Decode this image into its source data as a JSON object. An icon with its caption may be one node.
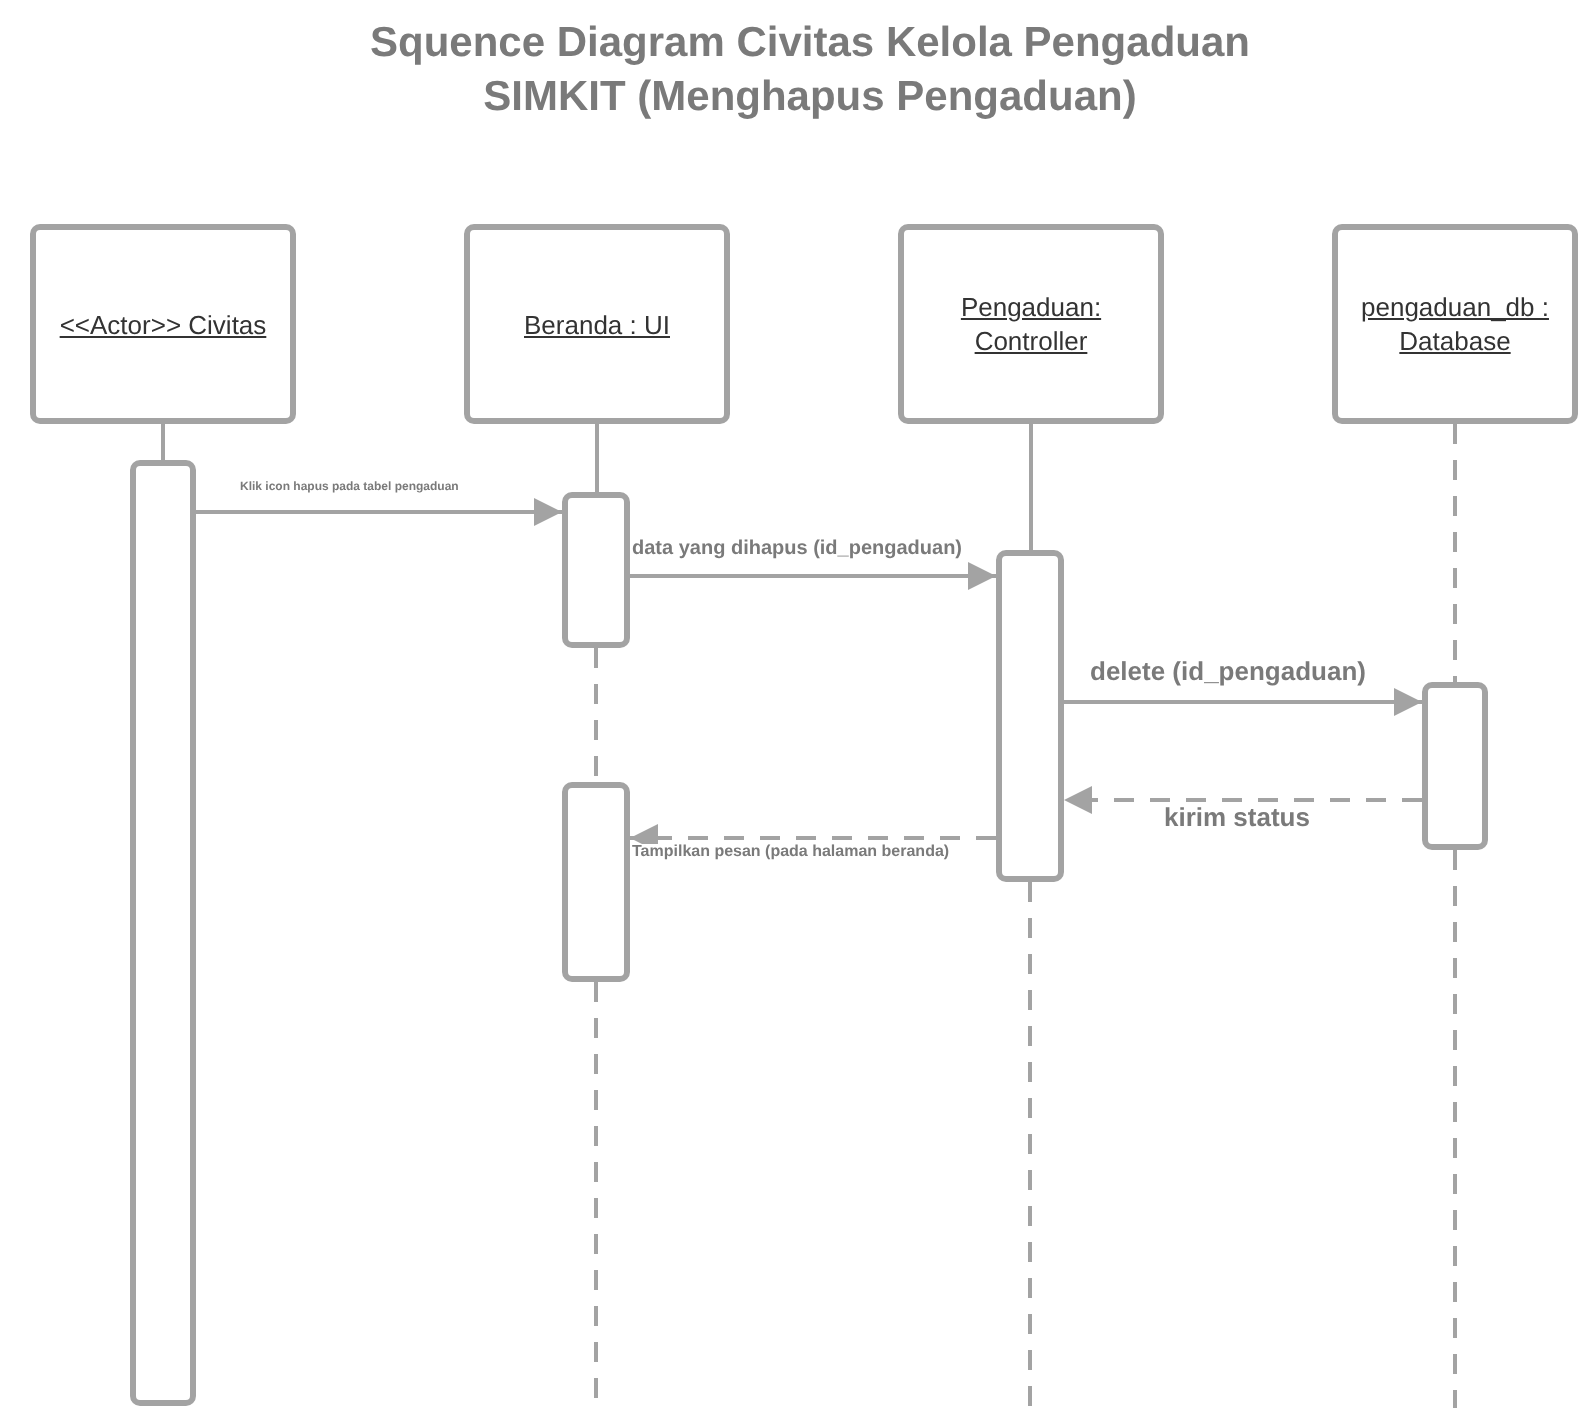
{
  "diagram": {
    "title": "Squence Diagram Civitas Kelola Pengaduan SIMKIT (Menghapus Pengaduan)",
    "nodes": [
      {
        "text": [
          "<<Actor>> Civitas"
        ]
      },
      {
        "text": [
          "Beranda : UI"
        ]
      },
      {
        "text": [
          "Pengaduan: Controller"
        ]
      },
      {
        "text": [
          "pengaduan_db : Database"
        ]
      },
      {
        "text": [],
        "shape": "bar"
      },
      {
        "text": [],
        "shape": "bar"
      },
      {
        "text": [],
        "shape": "bar"
      },
      {
        "text": [],
        "shape": "bar"
      },
      {
        "text": [],
        "shape": "bar"
      }
    ],
    "edges": [
      {
        "from": 0,
        "to": 4,
        "arrow": "none"
      },
      {
        "from": 1,
        "to": 5,
        "arrow": "none"
      },
      {
        "from": 5,
        "to": 8,
        "arrow": "none",
        "style": "dashed"
      },
      {
        "from": 8,
        "to": null,
        "arrow": "none",
        "style": "dashed"
      },
      {
        "from": 2,
        "to": 6,
        "arrow": "none"
      },
      {
        "from": 6,
        "to": null,
        "arrow": "none",
        "style": "dashed"
      },
      {
        "from": 3,
        "to": 7,
        "arrow": "none",
        "style": "dashed"
      },
      {
        "from": 7,
        "to": null,
        "arrow": "none",
        "style": "dashed"
      },
      {
        "from": 4,
        "to": 5,
        "arrow": "to",
        "label": "Klik icon hapus  pada tabel pengaduan"
      },
      {
        "from": 5,
        "to": 6,
        "arrow": "to",
        "label": "data yang dihapus (id_pengaduan)"
      },
      {
        "from": 6,
        "to": 7,
        "arrow": "to",
        "label": "delete (id_pengaduan)"
      },
      {
        "from": 7,
        "to": 6,
        "arrow": "to",
        "label": "kirim status",
        "style": "dashed"
      },
      {
        "from": 6,
        "to": 8,
        "arrow": "to",
        "label": "Tampilkan pesan (pada halaman beranda)",
        "style": "dashed"
      }
    ]
  }
}
